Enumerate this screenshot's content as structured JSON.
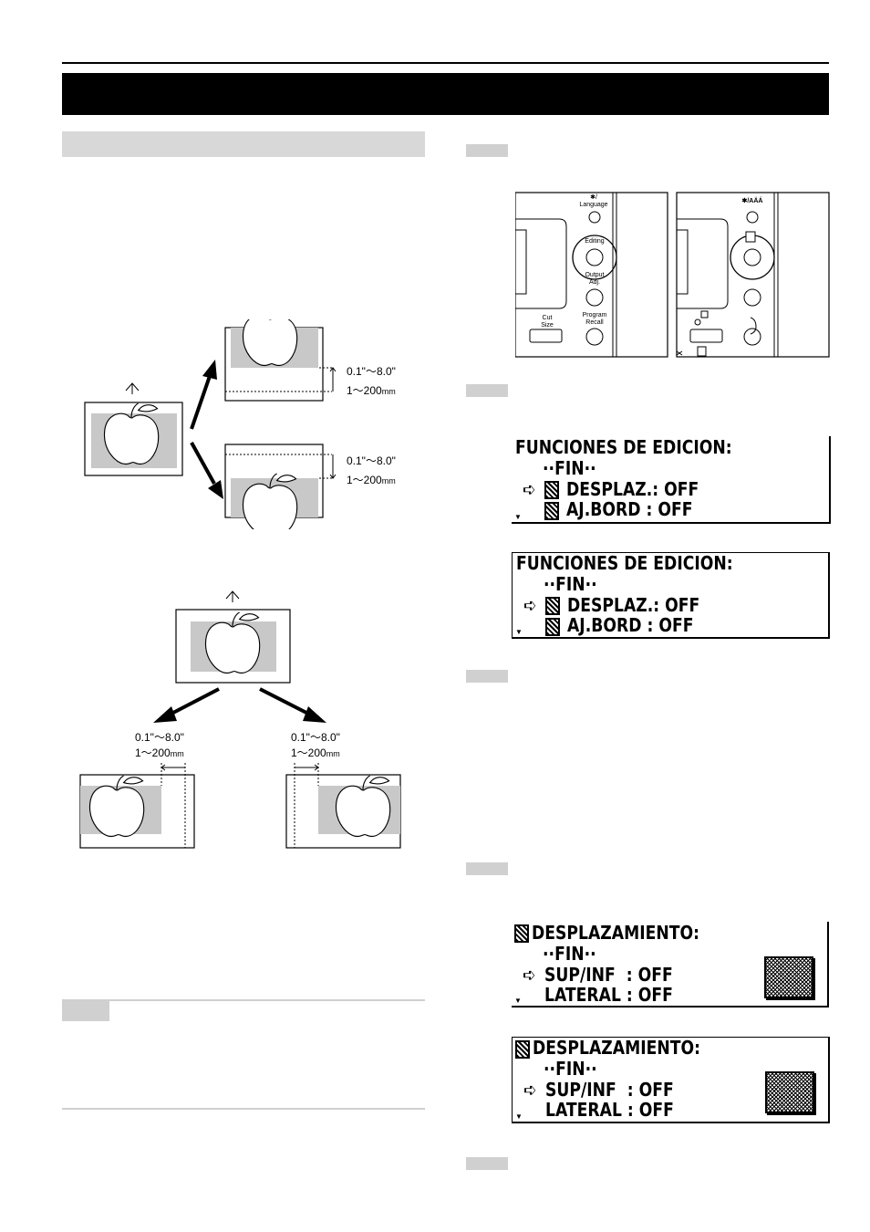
{
  "figure": {
    "dim_inch": "0.1\"～8.0\"",
    "dim_mm_num": "1～200",
    "dim_mm_unit": "mm"
  },
  "panel": {
    "left": {
      "language_sym": "✱/",
      "language": "Language",
      "editing": "Editing",
      "output_adj": "Output\nAdj.",
      "cut_size": "Cut\nSize",
      "program_recall": "Program\nRecall"
    },
    "right": {
      "language_sym": "✱/AÄÁ"
    }
  },
  "lcd_editing": {
    "title": "FUNCIONES DE EDICION:",
    "fin": "··FIN··",
    "item1": "DESPLAZ.: OFF",
    "item2": "AJ.BORD : OFF"
  },
  "lcd_shift": {
    "title": "DESPLAZAMIENTO:",
    "fin": "··FIN··",
    "item1": "SUP/INF  : OFF",
    "item2": "LATERAL : OFF"
  },
  "colors": {
    "bar": "#000000",
    "section": "#d8d8d8",
    "tab": "#d0d0d0",
    "image_gray": "#c8c8c8"
  }
}
